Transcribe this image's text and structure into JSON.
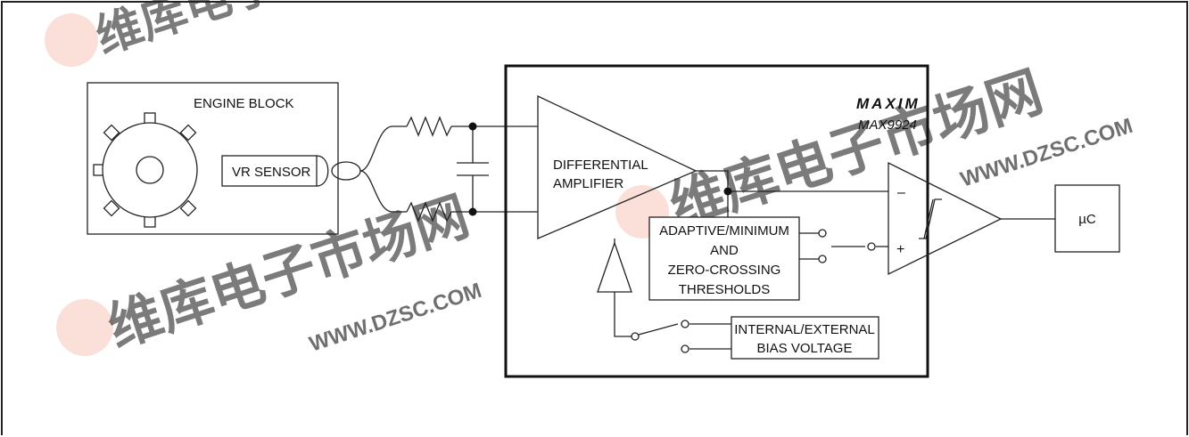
{
  "engine": {
    "label": "ENGINE BLOCK",
    "sensor_label": "VR SENSOR"
  },
  "chip": {
    "brand": "MAXIM",
    "part": "MAX9924",
    "amp_label": [
      "DIFFERENTIAL",
      "AMPLIFIER"
    ],
    "threshold_label": [
      "ADAPTIVE/MINIMUM",
      "AND",
      "ZERO-CROSSING",
      "THRESHOLDS"
    ],
    "bias_label": [
      "INTERNAL/EXTERNAL",
      "BIAS VOLTAGE"
    ],
    "comparator_minus": "–",
    "comparator_plus": "+"
  },
  "mcu": {
    "label": "µC"
  },
  "watermark": {
    "text": "维库电子市场网",
    "url": "WWW.DZSC.COM",
    "color": "#f5c7b8"
  }
}
